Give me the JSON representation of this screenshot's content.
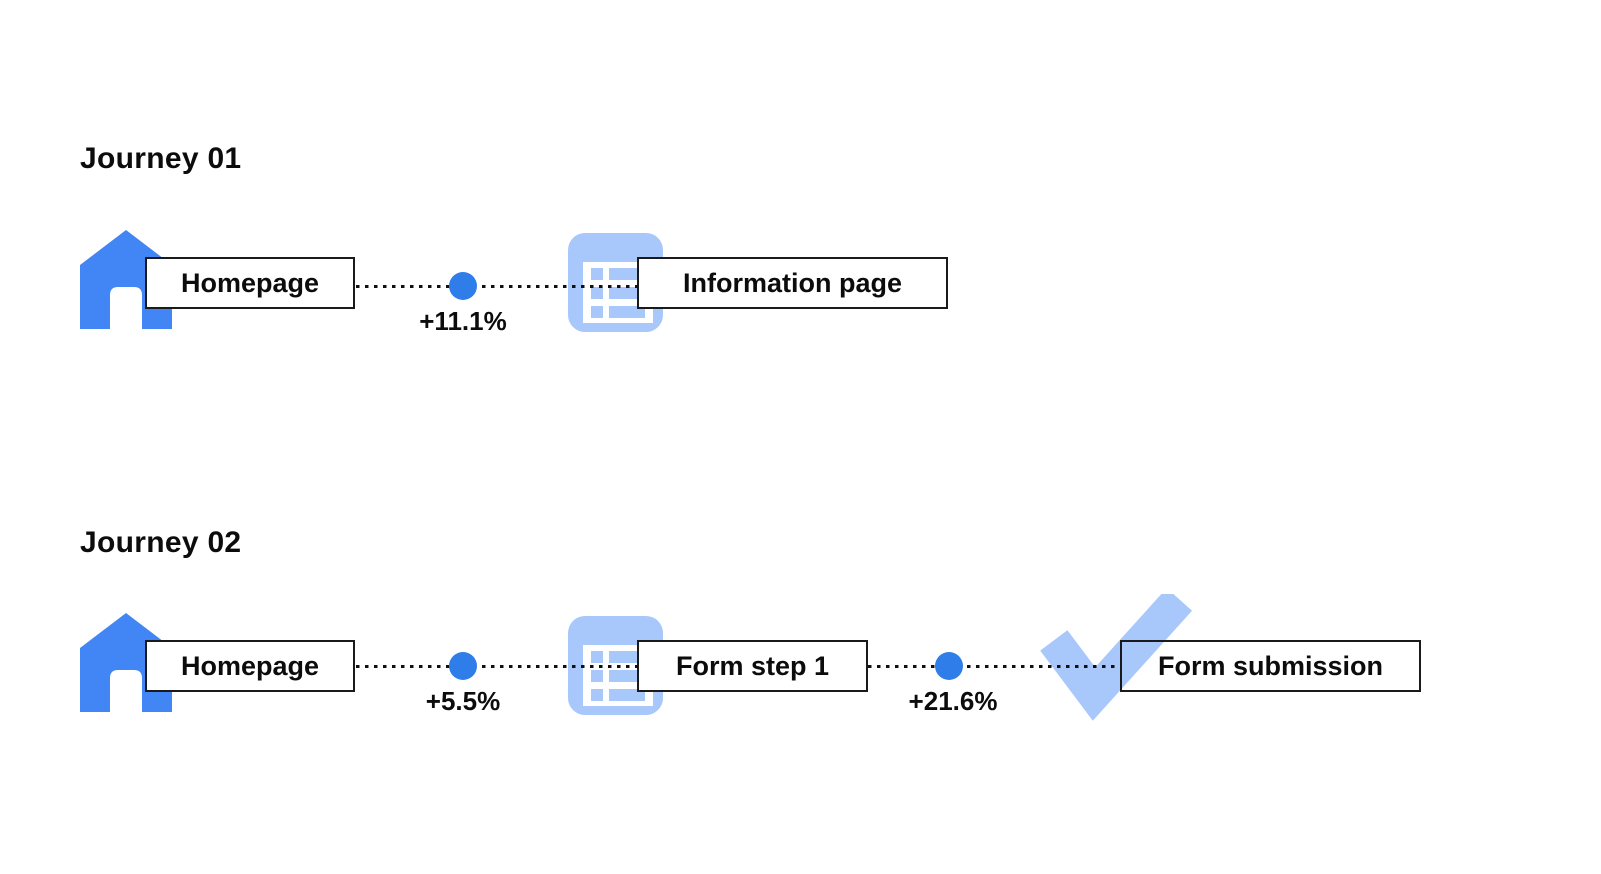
{
  "diagram": {
    "background": "#FFFFFF",
    "colors": {
      "home_blue": "#4285F4",
      "icon_light_blue": "#A8C7FA",
      "dot_blue": "#2F7DE9",
      "text_black": "#0C0C0C",
      "box_border_black": "#1A1A1A"
    },
    "journeys": [
      {
        "title": "Journey 01",
        "steps": [
          {
            "icon": "home-icon",
            "label": "Homepage"
          },
          {
            "icon": "information-page-icon",
            "label": "Information page"
          }
        ],
        "transitions": [
          {
            "delta": "+11.1%"
          }
        ]
      },
      {
        "title": "Journey 02",
        "steps": [
          {
            "icon": "home-icon",
            "label": "Homepage"
          },
          {
            "icon": "form-page-icon",
            "label": "Form step 1"
          },
          {
            "icon": "check-icon",
            "label": "Form submission"
          }
        ],
        "transitions": [
          {
            "delta": "+5.5%"
          },
          {
            "delta": "+21.6%"
          }
        ]
      }
    ]
  }
}
